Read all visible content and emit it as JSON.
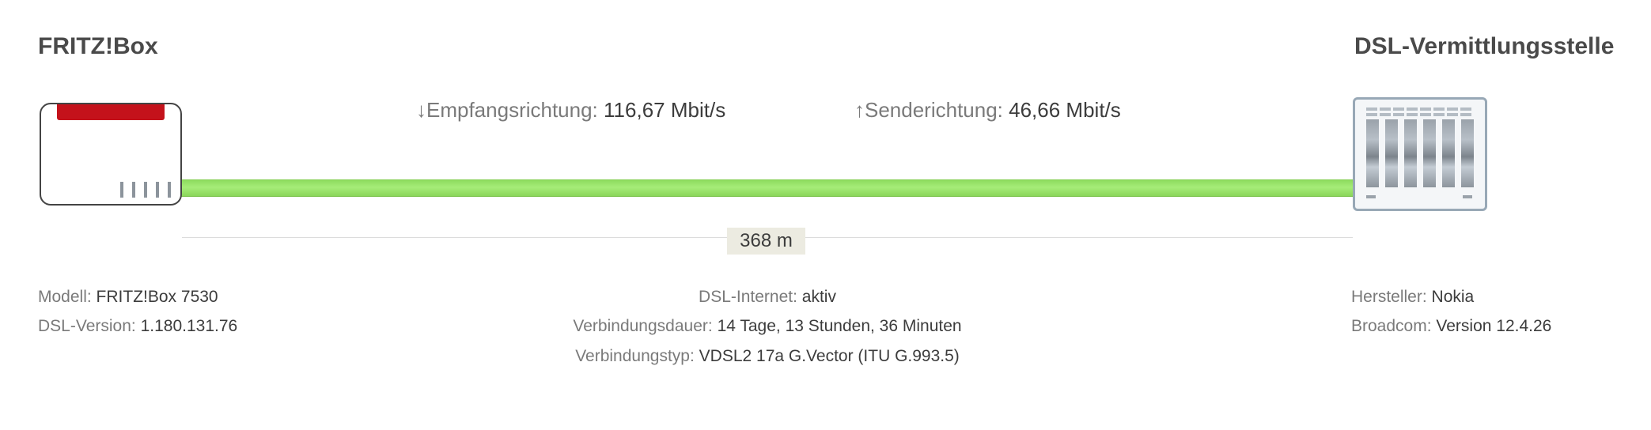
{
  "fritzbox": {
    "title": "FRITZ!Box",
    "model_label": "Modell:",
    "model_value": "FRITZ!Box 7530",
    "dsl_version_label": "DSL-Version:",
    "dsl_version_value": "1.180.131.76"
  },
  "exchange": {
    "title": "DSL-Vermittlungsstelle",
    "manufacturer_label": "Hersteller:",
    "manufacturer_value": "Nokia",
    "broadcom_label": "Broadcom:",
    "broadcom_value": "Version 12.4.26"
  },
  "rates": {
    "down_arrow": "↓",
    "down_label": "Empfangsrichtung:",
    "down_value": "116,67 Mbit/s",
    "up_arrow": "↑",
    "up_label": "Senderichtung:",
    "up_value": "46,66 Mbit/s"
  },
  "line": {
    "distance": "368 m",
    "color": "#97e266"
  },
  "connection": {
    "internet_label": "DSL-Internet:",
    "internet_value": "aktiv",
    "duration_label": "Verbindungsdauer:",
    "duration_value": "14 Tage, 13 Stunden, 36 Minuten",
    "type_label": "Verbindungstyp:",
    "type_value": "VDSL2 17a G.Vector (ITU G.993.5)"
  },
  "colors": {
    "router_accent": "#c4121b",
    "line_green": "#97e266",
    "distance_badge": "#ecebe1"
  }
}
